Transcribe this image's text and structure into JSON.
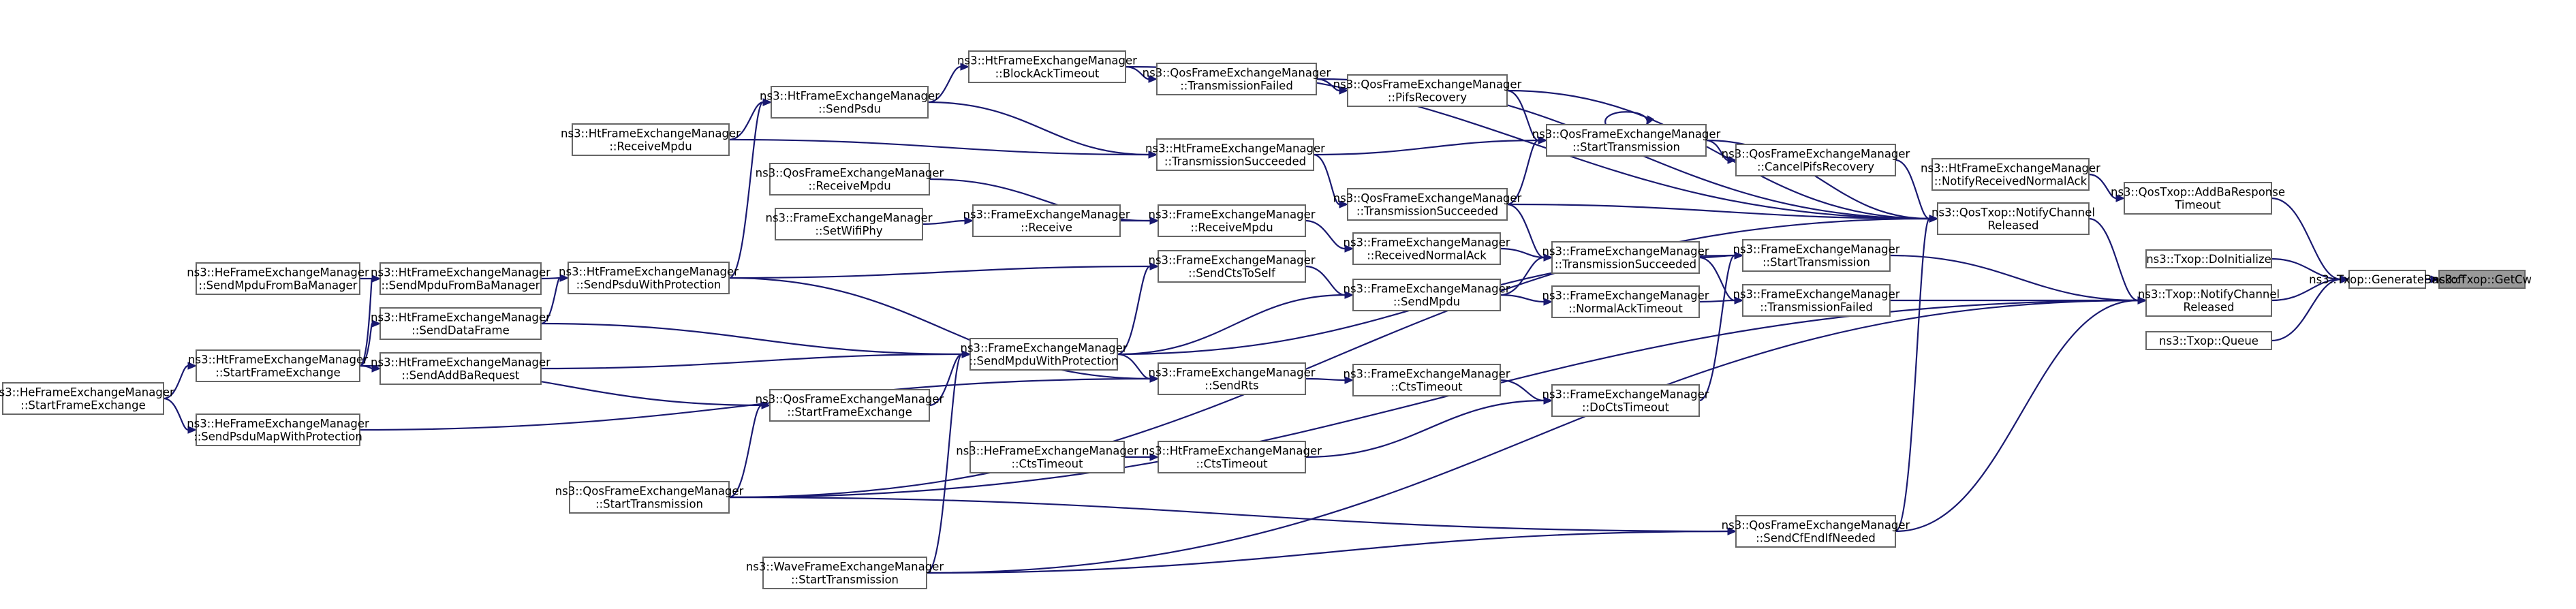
{
  "diagram": {
    "type": "call-graph",
    "title": "",
    "edge_color": "#191970",
    "node_border_color": "#666666",
    "target_fill_color": "#999999",
    "nodes": [
      {
        "id": "getcw",
        "lines": [
          "ns3::Txop::GetCw"
        ],
        "target": true
      },
      {
        "id": "genbackoff",
        "lines": [
          "ns3::Txop::GenerateBackoff"
        ]
      },
      {
        "id": "qostxop_addba",
        "lines": [
          "ns3::QosTxop::AddBaResponse",
          "Timeout"
        ]
      },
      {
        "id": "txop_doinit",
        "lines": [
          "ns3::Txop::DoInitialize"
        ]
      },
      {
        "id": "txop_ncr",
        "lines": [
          "ns3::Txop::NotifyChannel",
          "Released"
        ]
      },
      {
        "id": "txop_queue",
        "lines": [
          "ns3::Txop::Queue"
        ]
      },
      {
        "id": "ht_notifyrecvnormalack",
        "lines": [
          "ns3::HtFrameExchangeManager",
          "::NotifyReceivedNormalAck"
        ]
      },
      {
        "id": "qostxop_ncr",
        "lines": [
          "ns3::QosTxop::NotifyChannel",
          "Released"
        ]
      },
      {
        "id": "fem_starttx",
        "lines": [
          "ns3::FrameExchangeManager",
          "::StartTransmission"
        ]
      },
      {
        "id": "fem_txfailed",
        "lines": [
          "ns3::FrameExchangeManager",
          "::TransmissionFailed"
        ]
      },
      {
        "id": "qfem_sendcfend",
        "lines": [
          "ns3::QosFrameExchangeManager",
          "::SendCfEndIfNeeded"
        ]
      },
      {
        "id": "qfem_cancelpifs",
        "lines": [
          "ns3::QosFrameExchangeManager",
          "::CancelPifsRecovery"
        ]
      },
      {
        "id": "qfem_starttx",
        "lines": [
          "ns3::QosFrameExchangeManager",
          "::StartTransmission"
        ]
      },
      {
        "id": "fem_txsucceeded",
        "lines": [
          "ns3::FrameExchangeManager",
          "::TransmissionSucceeded"
        ]
      },
      {
        "id": "fem_normalacktimeout",
        "lines": [
          "ns3::FrameExchangeManager",
          "::NormalAckTimeout"
        ]
      },
      {
        "id": "fem_doctstimeout",
        "lines": [
          "ns3::FrameExchangeManager",
          "::DoCtsTimeout"
        ]
      },
      {
        "id": "qfem_pifsrecovery",
        "lines": [
          "ns3::QosFrameExchangeManager",
          "::PifsRecovery"
        ]
      },
      {
        "id": "qfem_txsucceeded",
        "lines": [
          "ns3::QosFrameExchangeManager",
          "::TransmissionSucceeded"
        ]
      },
      {
        "id": "fem_recvnormalack",
        "lines": [
          "ns3::FrameExchangeManager",
          "::ReceivedNormalAck"
        ]
      },
      {
        "id": "fem_ctstimeout",
        "lines": [
          "ns3::FrameExchangeManager",
          "::CtsTimeout"
        ]
      },
      {
        "id": "qfem_txfailed",
        "lines": [
          "ns3::QosFrameExchangeManager",
          "::TransmissionFailed"
        ]
      },
      {
        "id": "htfem_txsucceeded",
        "lines": [
          "ns3::HtFrameExchangeManager",
          "::TransmissionSucceeded"
        ]
      },
      {
        "id": "fem_receivempdu",
        "lines": [
          "ns3::FrameExchangeManager",
          "::ReceiveMpdu"
        ]
      },
      {
        "id": "fem_sendmpdu",
        "lines": [
          "ns3::FrameExchangeManager",
          "::SendMpdu"
        ]
      },
      {
        "id": "htfem_ctstimeout",
        "lines": [
          "ns3::HtFrameExchangeManager",
          "::CtsTimeout"
        ]
      },
      {
        "id": "htfem_blockacktimeout",
        "lines": [
          "ns3::HtFrameExchangeManager",
          "::BlockAckTimeout"
        ]
      },
      {
        "id": "fem_receive",
        "lines": [
          "ns3::FrameExchangeManager",
          "::Receive"
        ]
      },
      {
        "id": "fem_sendctstoself",
        "lines": [
          "ns3::FrameExchangeManager",
          "::SendCtsToSelf"
        ]
      },
      {
        "id": "fem_sendmpduwithprot",
        "lines": [
          "ns3::FrameExchangeManager",
          "::SendMpduWithProtection"
        ]
      },
      {
        "id": "fem_sendrts",
        "lines": [
          "ns3::FrameExchangeManager",
          "::SendRts"
        ]
      },
      {
        "id": "hefem_ctstimeout",
        "lines": [
          "ns3::HeFrameExchangeManager",
          "::CtsTimeout"
        ]
      },
      {
        "id": "htfem_sendpsdu",
        "lines": [
          "ns3::HtFrameExchangeManager",
          "::SendPsdu"
        ]
      },
      {
        "id": "qfem_receivempdu",
        "lines": [
          "ns3::QosFrameExchangeManager",
          "::ReceiveMpdu"
        ]
      },
      {
        "id": "fem_setwifiphy",
        "lines": [
          "ns3::FrameExchangeManager",
          "::SetWifiPhy"
        ]
      },
      {
        "id": "qfem_startframeexch",
        "lines": [
          "ns3::QosFrameExchangeManager",
          "::StartFrameExchange"
        ]
      },
      {
        "id": "wave_starttx",
        "lines": [
          "ns3::WaveFrameExchangeManager",
          "::StartTransmission"
        ]
      },
      {
        "id": "htfem_receivempdu",
        "lines": [
          "ns3::HtFrameExchangeManager",
          "::ReceiveMpdu"
        ]
      },
      {
        "id": "htfem_sendpsduwithprot",
        "lines": [
          "ns3::HtFrameExchangeManager",
          "::SendPsduWithProtection"
        ]
      },
      {
        "id": "qfem_starttx2",
        "lines": [
          "ns3::QosFrameExchangeManager",
          "::StartTransmission"
        ]
      },
      {
        "id": "htfem_sendmpdufromba",
        "lines": [
          "ns3::HtFrameExchangeManager",
          "::SendMpduFromBaManager"
        ]
      },
      {
        "id": "htfem_senddataframe",
        "lines": [
          "ns3::HtFrameExchangeManager",
          "::SendDataFrame"
        ]
      },
      {
        "id": "htfem_sendaddba",
        "lines": [
          "ns3::HtFrameExchangeManager",
          "::SendAddBaRequest"
        ]
      },
      {
        "id": "htfem_startframeexch",
        "lines": [
          "ns3::HtFrameExchangeManager",
          "::StartFrameExchange"
        ]
      },
      {
        "id": "hefem_sendmpdufromba",
        "lines": [
          "ns3::HeFrameExchangeManager",
          "::SendMpduFromBaManager"
        ]
      },
      {
        "id": "hefem_sendpsdumap",
        "lines": [
          "ns3::HeFrameExchangeManager",
          "::SendPsduMapWithProtection"
        ]
      },
      {
        "id": "hefem_startframeexch",
        "lines": [
          "ns3::HeFrameExchangeManager",
          "::StartFrameExchange"
        ]
      }
    ],
    "edges": [
      [
        "genbackoff",
        "getcw"
      ],
      [
        "qostxop_addba",
        "genbackoff"
      ],
      [
        "txop_doinit",
        "genbackoff"
      ],
      [
        "txop_ncr",
        "genbackoff"
      ],
      [
        "txop_queue",
        "genbackoff"
      ],
      [
        "ht_notifyrecvnormalack",
        "qostxop_addba"
      ],
      [
        "qostxop_ncr",
        "txop_ncr"
      ],
      [
        "fem_starttx",
        "txop_ncr"
      ],
      [
        "fem_txfailed",
        "txop_ncr"
      ],
      [
        "qfem_sendcfend",
        "txop_ncr"
      ],
      [
        "qfem_cancelpifs",
        "qostxop_ncr"
      ],
      [
        "qfem_starttx",
        "qostxop_ncr"
      ],
      [
        "qfem_pifsrecovery",
        "qostxop_ncr"
      ],
      [
        "qfem_txfailed",
        "qostxop_ncr"
      ],
      [
        "qfem_txsucceeded",
        "qostxop_ncr"
      ],
      [
        "qfem_sendcfend",
        "qostxop_ncr"
      ],
      [
        "fem_sendmpduwithprot",
        "fem_starttx"
      ],
      [
        "fem_txsucceeded",
        "fem_starttx"
      ],
      [
        "fem_doctstimeout",
        "fem_starttx"
      ],
      [
        "fem_txsucceeded",
        "fem_txfailed"
      ],
      [
        "fem_normalacktimeout",
        "fem_txfailed"
      ],
      [
        "qfem_starttx",
        "qfem_cancelpifs"
      ],
      [
        "qfem_pifsrecovery",
        "qfem_starttx"
      ],
      [
        "qfem_txsucceeded",
        "qfem_starttx"
      ],
      [
        "htfem_txsucceeded",
        "qfem_starttx"
      ],
      [
        "qfem_starttx",
        "qfem_starttx"
      ],
      [
        "fem_recvnormalack",
        "fem_txsucceeded"
      ],
      [
        "fem_sendmpdu",
        "fem_txsucceeded"
      ],
      [
        "fem_sendmpdu",
        "fem_normalacktimeout"
      ],
      [
        "fem_ctstimeout",
        "fem_doctstimeout"
      ],
      [
        "htfem_ctstimeout",
        "fem_doctstimeout"
      ],
      [
        "qfem_txfailed",
        "qfem_pifsrecovery"
      ],
      [
        "htfem_txsucceeded",
        "qfem_txsucceeded"
      ],
      [
        "fem_receivempdu",
        "fem_recvnormalack"
      ],
      [
        "fem_sendrts",
        "fem_ctstimeout"
      ],
      [
        "htfem_blockacktimeout",
        "qfem_txfailed"
      ],
      [
        "htfem_sendpsdu",
        "htfem_txsucceeded"
      ],
      [
        "htfem_receivempdu",
        "htfem_txsucceeded"
      ],
      [
        "fem_receive",
        "fem_receivempdu"
      ],
      [
        "qfem_receivempdu",
        "fem_receivempdu"
      ],
      [
        "fem_sendctstoself",
        "fem_sendmpdu"
      ],
      [
        "fem_sendmpduwithprot",
        "fem_sendmpdu"
      ],
      [
        "fem_sendmpduwithprot",
        "fem_sendctstoself"
      ],
      [
        "fem_sendmpduwithprot",
        "fem_sendrts"
      ],
      [
        "hefem_ctstimeout",
        "htfem_ctstimeout"
      ],
      [
        "htfem_sendpsdu",
        "htfem_blockacktimeout"
      ],
      [
        "fem_setwifiphy",
        "fem_receive"
      ],
      [
        "htfem_receivempdu",
        "htfem_sendpsdu"
      ],
      [
        "htfem_sendpsduwithprot",
        "htfem_sendpsdu"
      ],
      [
        "htfem_sendpsduwithprot",
        "fem_sendctstoself"
      ],
      [
        "htfem_sendpsduwithprot",
        "fem_sendrts"
      ],
      [
        "htfem_senddataframe",
        "fem_sendmpduwithprot"
      ],
      [
        "htfem_sendaddba",
        "fem_sendmpduwithprot"
      ],
      [
        "qfem_startframeexch",
        "fem_sendmpduwithprot"
      ],
      [
        "wave_starttx",
        "fem_sendmpduwithprot"
      ],
      [
        "hefem_sendpsdumap",
        "fem_sendrts"
      ],
      [
        "qfem_starttx2",
        "qfem_startframeexch"
      ],
      [
        "htfem_startframeexch",
        "qfem_startframeexch"
      ],
      [
        "htfem_sendmpdufromba",
        "htfem_sendpsduwithprot"
      ],
      [
        "htfem_senddataframe",
        "htfem_sendpsduwithprot"
      ],
      [
        "hefem_sendmpdufromba",
        "htfem_sendmpdufromba"
      ],
      [
        "htfem_startframeexch",
        "htfem_sendmpdufromba"
      ],
      [
        "htfem_startframeexch",
        "htfem_senddataframe"
      ],
      [
        "htfem_startframeexch",
        "htfem_sendaddba"
      ],
      [
        "hefem_startframeexch",
        "htfem_startframeexch"
      ],
      [
        "hefem_startframeexch",
        "hefem_sendpsdumap"
      ],
      [
        "qfem_starttx2",
        "qfem_sendcfend"
      ],
      [
        "qfem_starttx2",
        "txop_ncr"
      ],
      [
        "wave_starttx",
        "txop_ncr"
      ],
      [
        "wave_starttx",
        "qfem_sendcfend"
      ],
      [
        "qfem_starttx2",
        "qostxop_ncr"
      ],
      [
        "htfem_blockacktimeout",
        "qostxop_ncr"
      ],
      [
        "qfem_txsucceeded",
        "fem_txsucceeded"
      ]
    ]
  }
}
